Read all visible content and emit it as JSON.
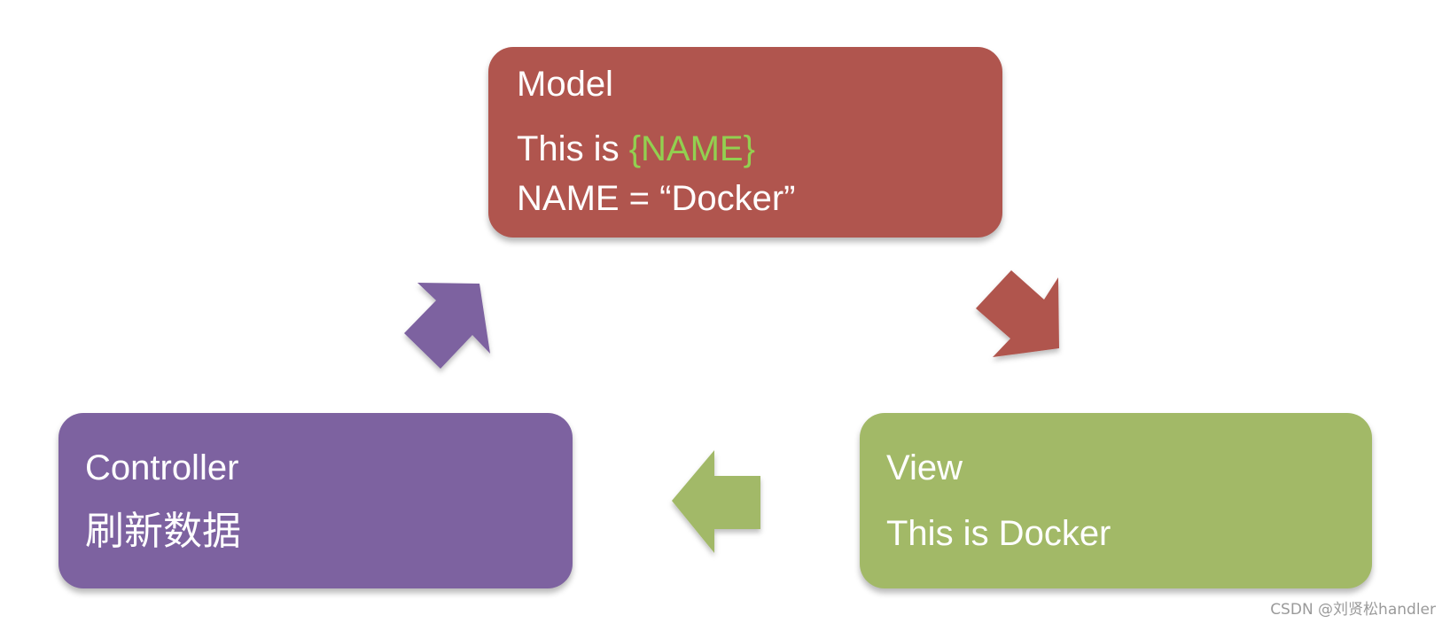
{
  "model": {
    "title": "Model",
    "line1_prefix": "This is ",
    "line1_highlight": "{NAME}",
    "line2": "NAME = “Docker”",
    "color": "#b0554e",
    "highlight_color": "#92d050"
  },
  "controller": {
    "title": "Controller",
    "line1": "刷新数据",
    "color": "#7d62a0"
  },
  "view": {
    "title": "View",
    "line1": "This is Docker",
    "color": "#a2b967"
  },
  "arrows": [
    {
      "name": "controller-to-model-arrow",
      "color": "#7d62a0",
      "direction": "up-right"
    },
    {
      "name": "model-to-view-arrow",
      "color": "#b0554e",
      "direction": "down-right"
    },
    {
      "name": "view-to-controller-arrow",
      "color": "#a2b967",
      "direction": "left"
    }
  ],
  "watermark": "CSDN @刘贤松handler"
}
